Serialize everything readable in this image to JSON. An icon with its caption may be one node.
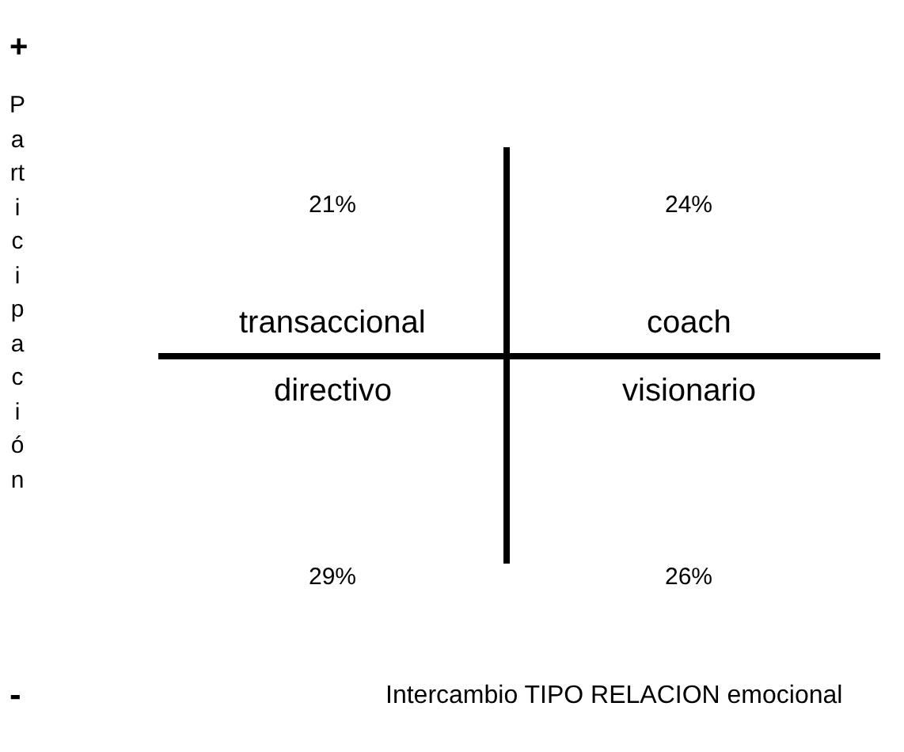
{
  "diagram": {
    "labels": [
      "+",
      "Participación",
      "21%",
      "24%",
      "transaccional",
      "coach",
      "directivo",
      "visionario",
      "29%",
      "26%",
      "-",
      "Intercambio TIPO RELACION emocional"
    ]
  }
}
